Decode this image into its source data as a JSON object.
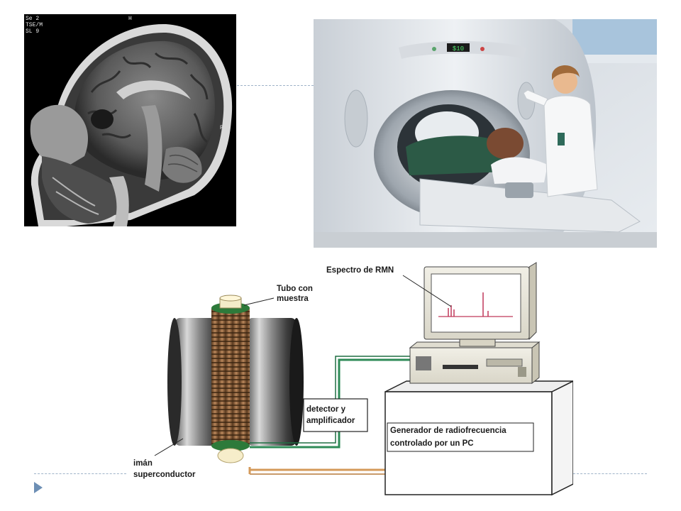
{
  "mri_image": {
    "overlay_text": "Se 2\nTSE/M\nSL 9",
    "marker_h": "H",
    "marker_p": "P"
  },
  "scanner_photo": {
    "display_text": "$10"
  },
  "diagram": {
    "spectrum_label": "Espectro de RMN",
    "tube_label_line1": "Tubo con",
    "tube_label_line2": "muestra",
    "detector_label_line1": "detector y",
    "detector_label_line2": "amplificador",
    "generator_label_line1": "Generador de radiofrecuencia",
    "generator_label_line2": "controlado por un PC",
    "magnet_label_line1": "imán",
    "magnet_label_line2": "superconductor"
  },
  "colors": {
    "accent_arrow": "#6d8fb5",
    "dash": "#9fb3c8",
    "spectrum_lines": "#c0395a",
    "cable_green": "#2e8b57",
    "cable_orange": "#d49a5a"
  }
}
